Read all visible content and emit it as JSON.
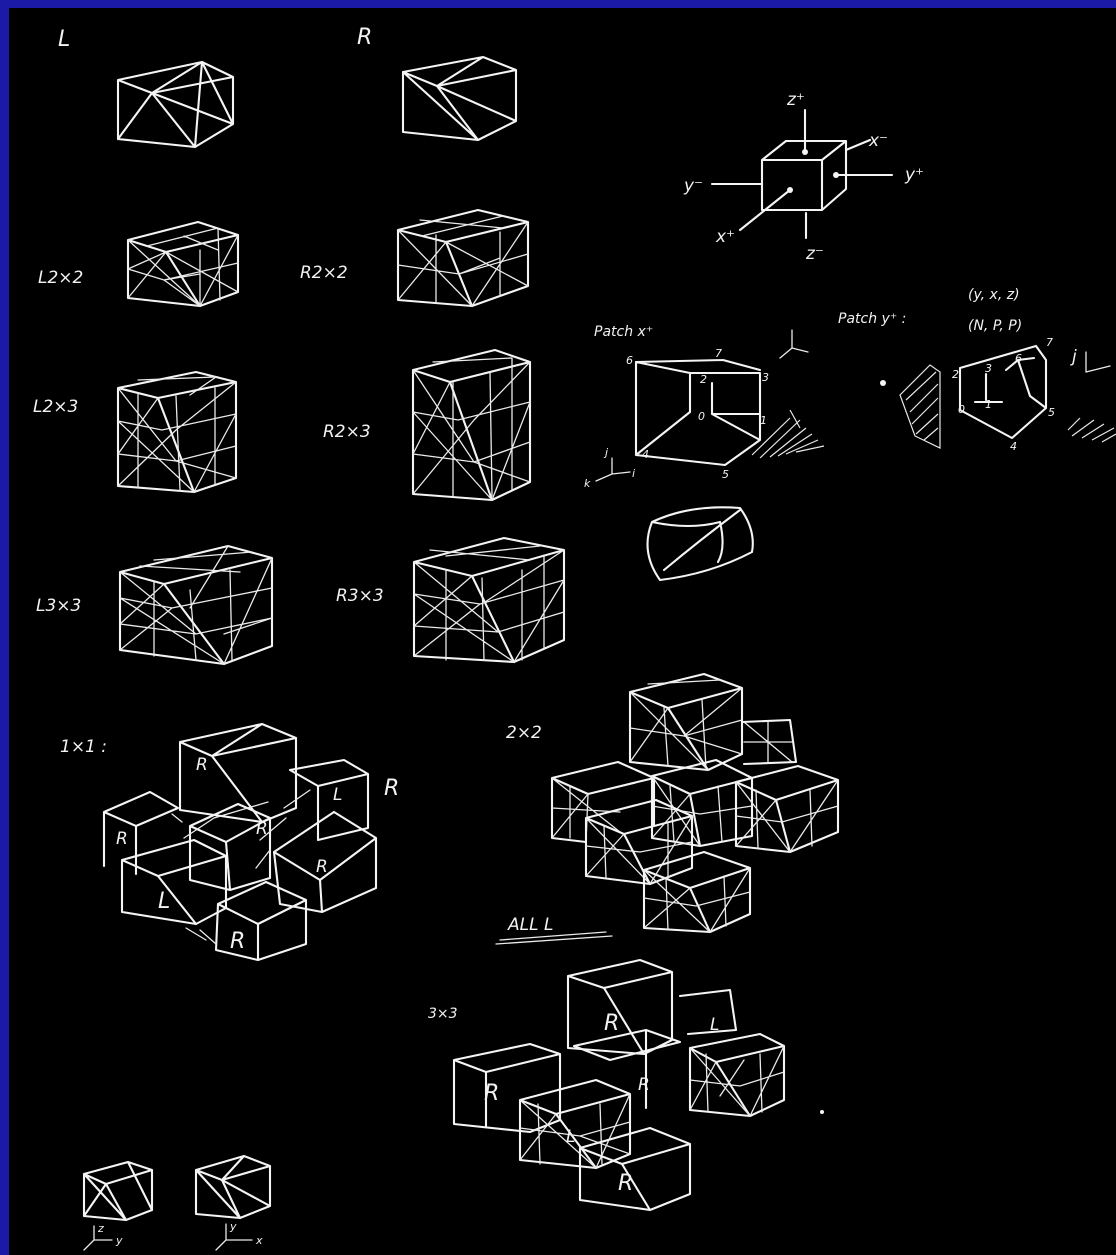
{
  "colors": {
    "frame": "#1a1aa6",
    "background": "#000000",
    "ink": "#f4f4f4"
  },
  "sketch": {
    "header_left": "L",
    "header_right": "R",
    "labels": {
      "l2x2": "L2×2",
      "r2x2": "R2×2",
      "l2x3": "L2×3",
      "r2x3": "R2×3",
      "l3x3": "L3×3",
      "r3x3": "R3×3",
      "one_by_one": "1×1 :",
      "two_by_two": "2×2",
      "all_l": "ALL L",
      "three_by_three": "3×3"
    },
    "axes": {
      "z_plus": "z⁺",
      "z_minus": "z⁻",
      "x_minus": "x⁻",
      "x_plus": "x⁺",
      "y_minus": "y⁻",
      "y_plus": "y⁺"
    },
    "patch_x": {
      "title": "Patch x⁺",
      "nodes": [
        "6",
        "7",
        "2",
        "3",
        "0",
        "1",
        "4",
        "5"
      ],
      "axis_j": "j",
      "axis_k": "k",
      "axis_i": "i"
    },
    "patch_y": {
      "title": "Patch y⁺ :",
      "coords": "(y, x, z)",
      "signs": "(N, P, P)",
      "nodes": [
        "2",
        "3",
        "6",
        "7",
        "0",
        "1",
        "5",
        "4"
      ],
      "axis_j": "j"
    },
    "tag_r_1x1": "R",
    "cube_tags_1x1": [
      "R",
      "R",
      "L",
      "R",
      "R",
      "L",
      "R"
    ],
    "cube_tags_3x3": [
      "R",
      "L",
      "R",
      "L",
      "R",
      "R"
    ],
    "bottom_axes": {
      "left_up": "z",
      "left_right": "y",
      "right_up": "y",
      "right_right": "x"
    }
  }
}
